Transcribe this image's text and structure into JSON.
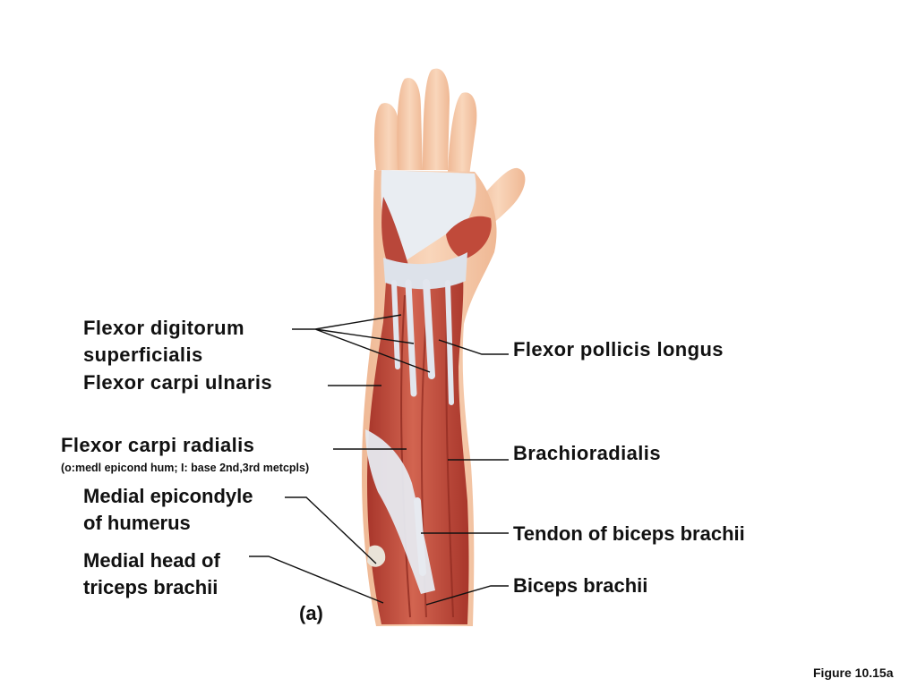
{
  "figure": {
    "panel_tag": "(a)",
    "figure_number": "Figure 10.15a"
  },
  "labels": {
    "flexor_digitorum_superficialis": [
      "Flexor digitorum",
      "superficialis"
    ],
    "flexor_carpi_ulnaris": "Flexor carpi ulnaris",
    "flexor_carpi_radialis": "Flexor carpi radialis",
    "flexor_carpi_radialis_note": "(o:medl epicond hum; I: base 2nd,3rd metcpls)",
    "medial_epicondyle": [
      "Medial epicondyle",
      "of humerus"
    ],
    "medial_head_triceps": [
      "Medial head of",
      "triceps brachii"
    ],
    "flexor_pollicis_longus": "Flexor pollicis longus",
    "brachioradialis": "Brachioradialis",
    "tendon_biceps": "Tendon of biceps brachii",
    "biceps_brachii": "Biceps brachii"
  },
  "colors": {
    "skin": "#f4c9a8",
    "muscle": "#c0483a",
    "muscle_dark": "#9a2f24",
    "tendon": "#dfe3ea",
    "leader_line": "#111111"
  }
}
